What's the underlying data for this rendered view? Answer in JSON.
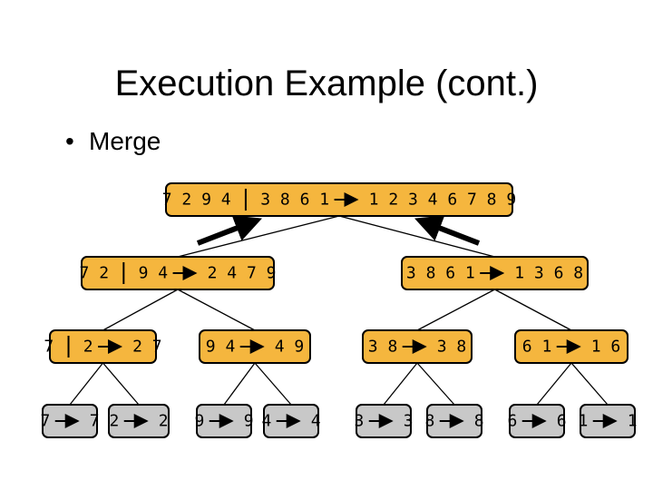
{
  "slide": {
    "title": "Execution Example (cont.)",
    "bullet": "Merge"
  },
  "colors": {
    "active_fill": "#f5b63e",
    "done_fill": "#c8c8c8"
  },
  "tree": {
    "root": {
      "left": "7 2 9 4",
      "right": "3 8 6 1",
      "result": "1 2 3 4 6 7 8 9",
      "state": "active"
    },
    "l": {
      "left": "7 2",
      "right": "9 4",
      "result": "2 4 7 9",
      "state": "active"
    },
    "r": {
      "left": "3 8 6 1",
      "right": "",
      "result": "1 3 6 8",
      "state": "active"
    },
    "ll": {
      "left": "7",
      "right": "2",
      "result": "2 7",
      "state": "active"
    },
    "lr": {
      "left": "9 4",
      "right": "",
      "result": "4 9",
      "state": "active"
    },
    "rl": {
      "left": "3 8",
      "right": "",
      "result": "3 8",
      "state": "active"
    },
    "rr": {
      "left": "6 1",
      "right": "",
      "result": "1 6",
      "state": "active"
    },
    "lll": {
      "left": "7",
      "right": "",
      "result": "7",
      "state": "done"
    },
    "llr": {
      "left": "2",
      "right": "",
      "result": "2",
      "state": "done"
    },
    "lrl": {
      "left": "9",
      "right": "",
      "result": "9",
      "state": "done"
    },
    "lrr": {
      "left": "4",
      "right": "",
      "result": "4",
      "state": "done"
    },
    "rll": {
      "left": "3",
      "right": "",
      "result": "3",
      "state": "done"
    },
    "rlr": {
      "left": "8",
      "right": "",
      "result": "8",
      "state": "done"
    },
    "rrl": {
      "left": "6",
      "right": "",
      "result": "6",
      "state": "done"
    },
    "rrr": {
      "left": "1",
      "right": "",
      "result": "1",
      "state": "done"
    }
  }
}
